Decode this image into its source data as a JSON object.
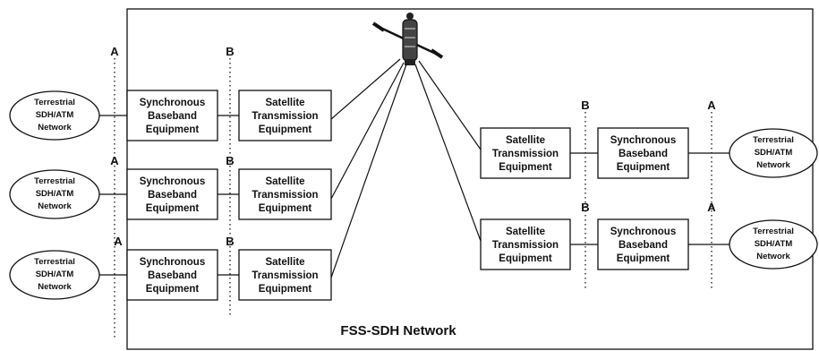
{
  "network_label": "FSS-SDH Network",
  "interface_labels": {
    "a": "A",
    "b": "B"
  },
  "terrestrial_network": [
    "Terrestrial",
    "SDH/ATM",
    "Network"
  ],
  "baseband_equipment": [
    "Synchronous",
    "Baseband",
    "Equipment"
  ],
  "transmission_equipment": [
    "Satellite",
    "Transmission",
    "Equipment"
  ],
  "satellite_icon": "satellite-icon",
  "colors": {
    "line": "#111111",
    "background": "#ffffff"
  }
}
